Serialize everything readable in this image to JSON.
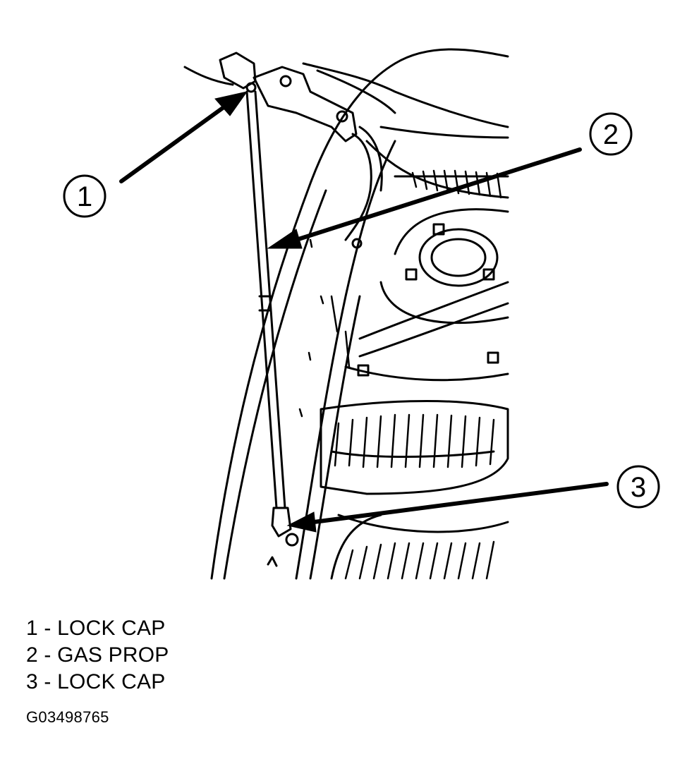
{
  "callouts": [
    {
      "number": "1",
      "label": "LOCK CAP"
    },
    {
      "number": "2",
      "label": "GAS PROP"
    },
    {
      "number": "3",
      "label": "LOCK CAP"
    }
  ],
  "legend": {
    "separator": " - "
  },
  "figure_id": "G03498765",
  "colors": {
    "ink": "#000000",
    "paper": "#ffffff"
  }
}
